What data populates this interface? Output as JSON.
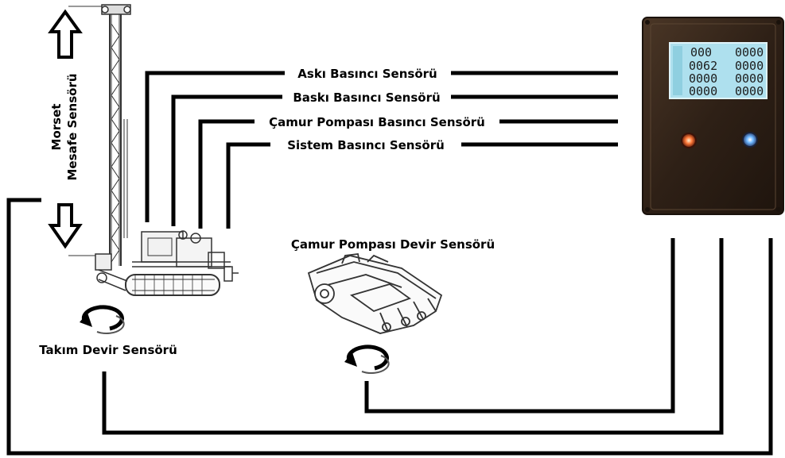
{
  "labels": {
    "aski": "Askı Basıncı Sensörü",
    "baski": "Baskı Basıncı Sensörü",
    "camur_basinc": "Çamur Pompası Basıncı Sensörü",
    "sistem": "Sistem Basıncı Sensörü",
    "camur_devir": "Çamur Pompası Devir Sensörü",
    "takim_devir": "Takım Devir Sensörü",
    "morset_line1": "Morset",
    "morset_line2": "Mesafe Sensörü"
  },
  "lcd_rows": [
    [
      "000",
      "0000"
    ],
    [
      "0062",
      "0000"
    ],
    [
      "0000",
      "0000"
    ],
    [
      "0000",
      "0000"
    ]
  ],
  "colors": {
    "wire": "#000000",
    "panel": "#3a2a1e",
    "lcd": "#aee0ee",
    "button_left": "#ff5a28",
    "button_right": "#6cb6ff"
  },
  "icons": {
    "arrow_up": "up-arrow-icon",
    "arrow_down": "down-arrow-icon",
    "rotation": "rotation-icon"
  }
}
